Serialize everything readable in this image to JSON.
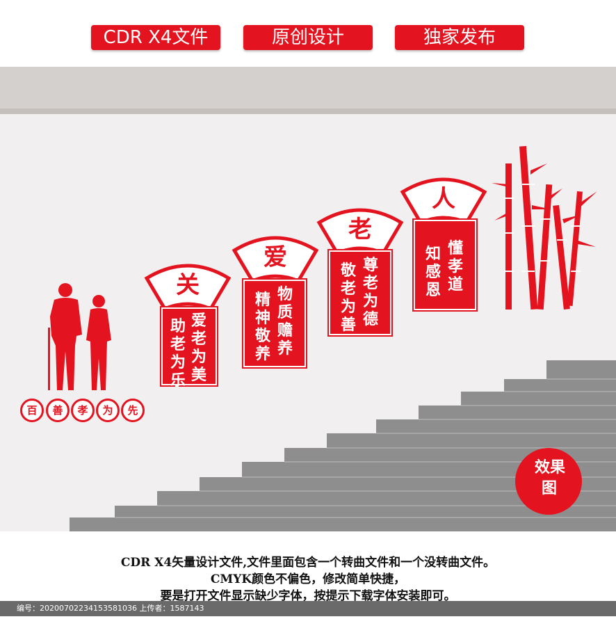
{
  "tags": [
    "CDR X4文件",
    "原创设计",
    "独家发布"
  ],
  "panels": [
    {
      "title": "关",
      "lines": [
        "爱老为美",
        "助老为乐"
      ]
    },
    {
      "title": "爱",
      "lines": [
        "物质赡养",
        "精神敬养"
      ]
    },
    {
      "title": "老",
      "lines": [
        "尊老为德",
        "敬老为善"
      ]
    },
    {
      "title": "人",
      "lines": [
        "懂孝道",
        "知感恩"
      ]
    }
  ],
  "slogan": [
    "百",
    "善",
    "孝",
    "为",
    "先"
  ],
  "badge": [
    "效",
    "果",
    "图"
  ],
  "footer": {
    "line1": "CDR X4矢量设计文件,文件里面包含一个转曲文件和一个没转曲文件。",
    "line2": "CMYK颜色不偏色，修改简单快捷，",
    "line3": "要是打开文件显示缺少字体，按提示下载字体安装即可。",
    "meta": "编号：20200702234153581036 上传者：1587143"
  },
  "colors": {
    "accent": "#e3141f",
    "stairs": "#8e8e8e",
    "wall": "#f1eff0"
  }
}
